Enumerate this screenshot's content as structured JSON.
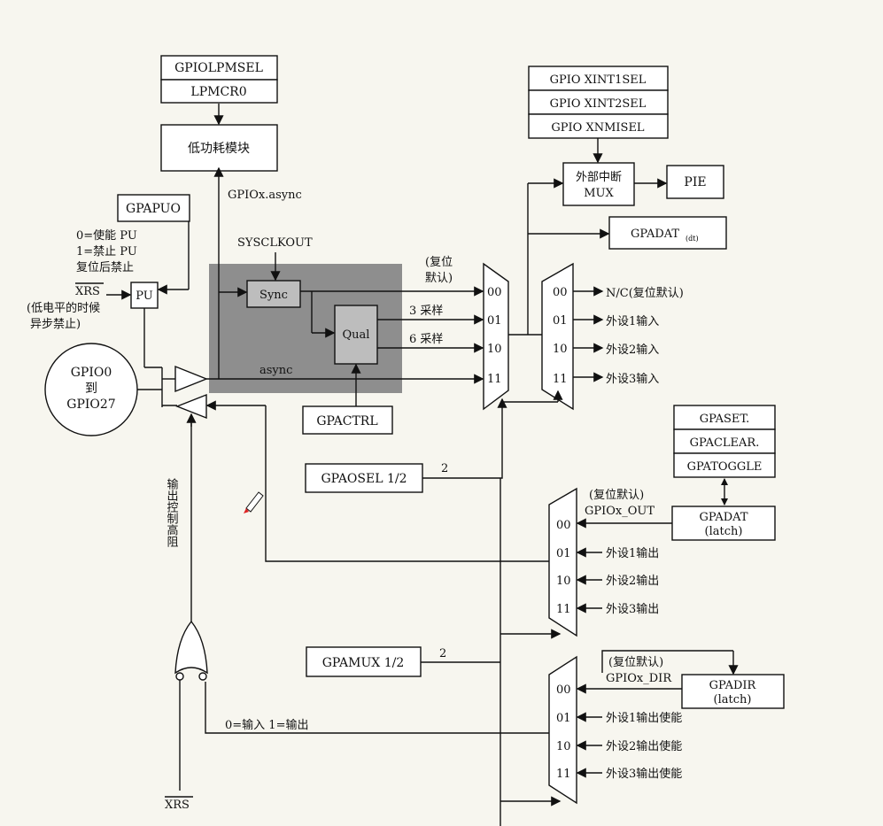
{
  "regs": {
    "lpmsel": "GPIOLPMSEL",
    "lpmcr0": "LPMCR0",
    "lowpower": "低功耗模块",
    "xint1": "GPIO XINT1SEL",
    "xint2": "GPIO XINT2SEL",
    "xnmi": "GPIO XNMISEL",
    "extmux1": "外部中断",
    "extmux2": "MUX",
    "pie": "PIE",
    "gpadat_in": "GPADAT",
    "gpadat_in_sub": "(dt)",
    "gpapuo": "GPAPUO",
    "pu": "PU",
    "sync": "Sync",
    "qual": "Qual",
    "gpactrl": "GPACTRL",
    "gpaosel": "GPAOSEL 1/2",
    "gpaset": "GPASET.",
    "gpaclear": "GPACLEAR.",
    "gpatoggle": "GPATOGGLE",
    "gpadat": "GPADAT",
    "gpadat_latch": "(latch)",
    "gpamux": "GPAMUX 1/2",
    "gpadir": "GPADIR",
    "gpadir_latch": "(latch)"
  },
  "labels": {
    "async_top": "GPIOx.async",
    "sysclkout": "SYSCLKOUT",
    "pu_en": "0=使能   PU",
    "pu_dis": "1=禁止   PU",
    "pu_reset": "复位后禁止",
    "xrs_top": "XRS",
    "lowlevel1": "(低电平的时候",
    "lowlevel2": "异步禁止)",
    "pin1": "GPIO0",
    "pin2": "到",
    "pin3": "GPIO27",
    "async": "async",
    "reset_default1": "(复位",
    "reset_default2": "默认)",
    "sample3": "3 采样",
    "sample6": "6 采样",
    "sel_width": "2",
    "mux_width": "2",
    "out_ctrl": "输出控制高阻",
    "dir_hint": "0=输入  1=输出",
    "xrs_bottom": "XRS",
    "out_reset": "(复位默认)",
    "gpiox_out": "GPIOx_OUT",
    "dir_reset": "(复位默认)",
    "gpiox_dir": "GPIOx_DIR"
  },
  "codes": [
    "00",
    "01",
    "10",
    "11"
  ],
  "in_mux_outputs": [
    "N/C(复位默认)",
    "外设1输入",
    "外设2输入",
    "外设3输入"
  ],
  "out_mux_inputs": [
    "外设1输出",
    "外设2输出",
    "外设3输出"
  ],
  "dir_mux_inputs": [
    "外设1输出使能",
    "外设2输出使能",
    "外设3输出使能"
  ],
  "colors": {
    "qual_region": "#8e8e8e",
    "background": "#f7f6ef"
  }
}
